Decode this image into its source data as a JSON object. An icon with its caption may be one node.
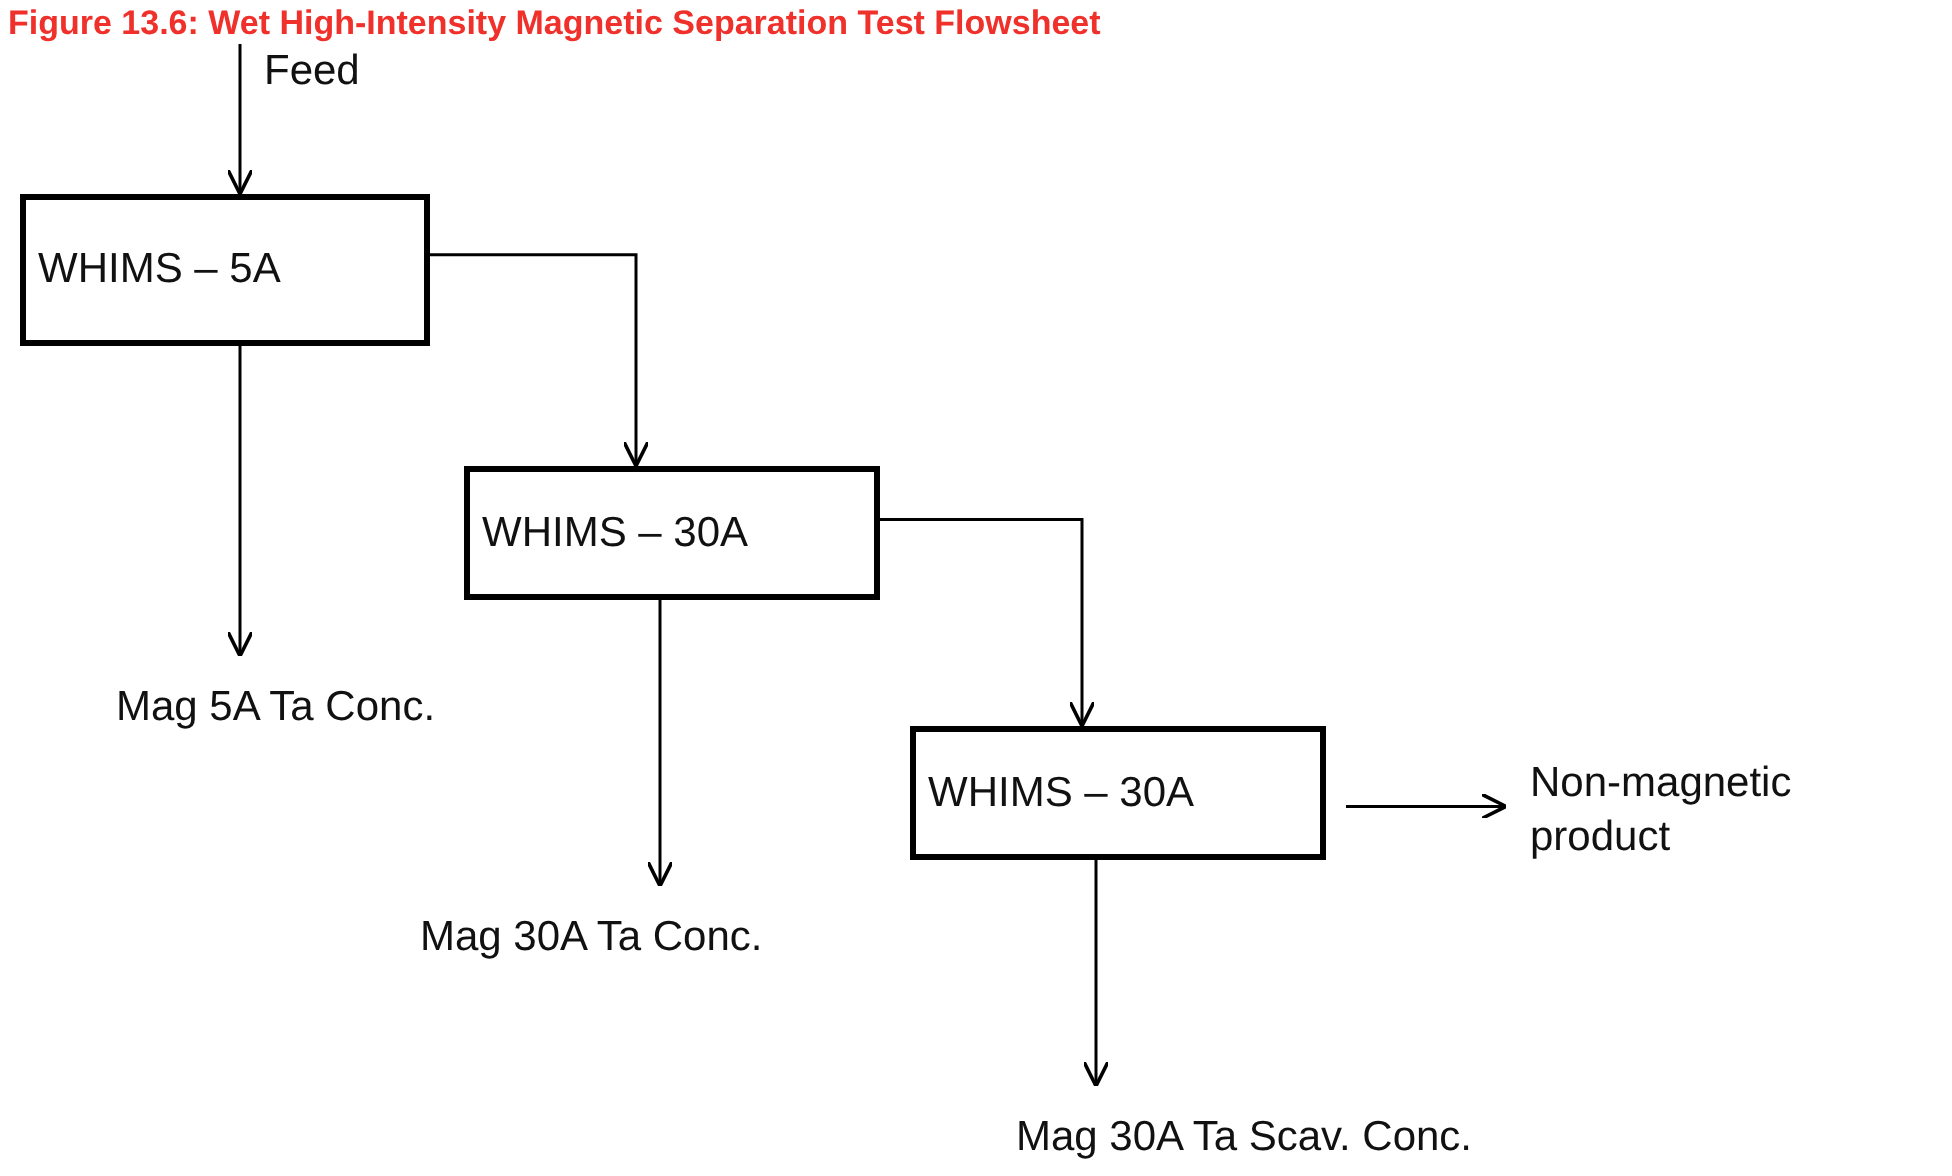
{
  "diagram": {
    "title": "Figure 13.6: Wet High-Intensity Magnetic Separation Test Flowsheet",
    "nodes": [
      {
        "text": [
          "WHIMS – 5A"
        ]
      },
      {
        "text": [
          "WHIMS – 30A"
        ]
      },
      {
        "text": [
          "WHIMS – 30A"
        ]
      },
      {
        "text": [
          "Mag 5A Ta Conc."
        ]
      },
      {
        "text": [
          "Mag 30A Ta Conc."
        ]
      },
      {
        "text": [
          "Non-magnetic product"
        ]
      },
      {
        "text": [
          "Mag 30A Ta Scav. Conc."
        ]
      }
    ],
    "edges": [
      {
        "from": null,
        "to": 0,
        "arrow": "to",
        "label": "Feed"
      },
      {
        "from": 0,
        "to": 1,
        "arrow": "to"
      },
      {
        "from": 0,
        "to": 3,
        "arrow": "to"
      },
      {
        "from": 1,
        "to": 2,
        "arrow": "to"
      },
      {
        "from": 1,
        "to": 4,
        "arrow": "to"
      },
      {
        "from": 2,
        "to": 5,
        "arrow": "to"
      },
      {
        "from": 2,
        "to": 6,
        "arrow": "to"
      }
    ]
  }
}
